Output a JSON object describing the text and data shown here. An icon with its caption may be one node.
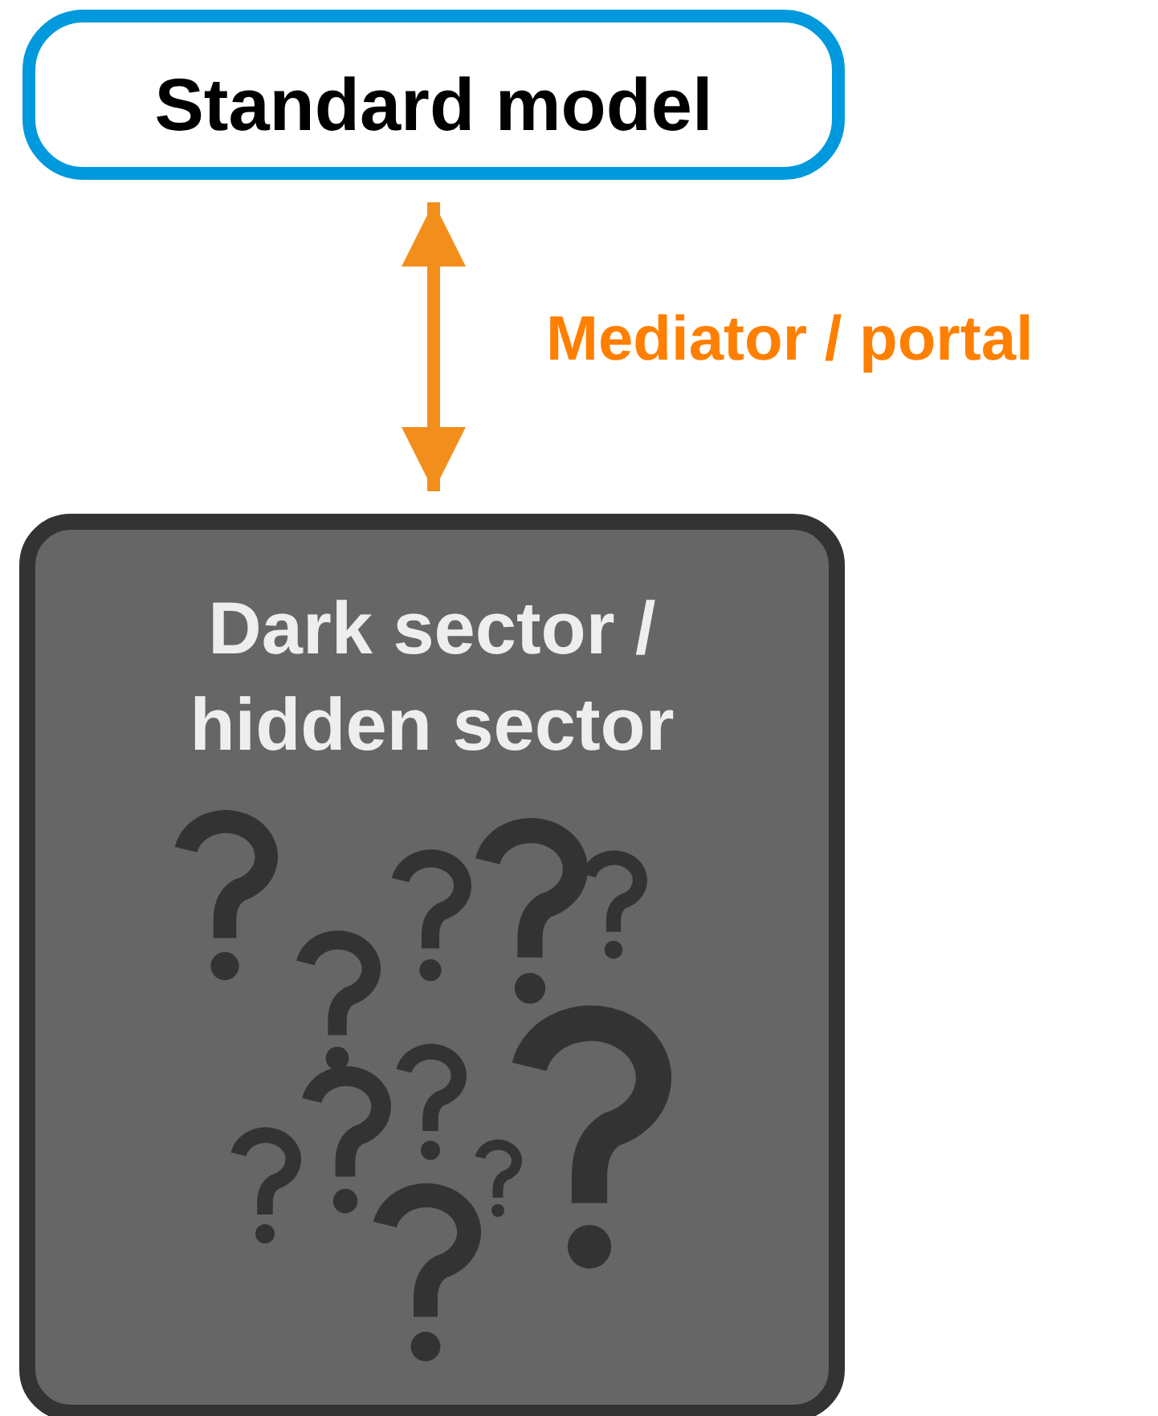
{
  "diagram": {
    "nodes": [
      {
        "text": [
          "Standard model"
        ]
      },
      {
        "text": [
          "Dark sector / hidden sector"
        ]
      }
    ],
    "edges": [
      {
        "from": 0,
        "to": 1,
        "arrow": "both",
        "label": "Mediator / portal",
        "color": "#f28e1c"
      }
    ]
  }
}
